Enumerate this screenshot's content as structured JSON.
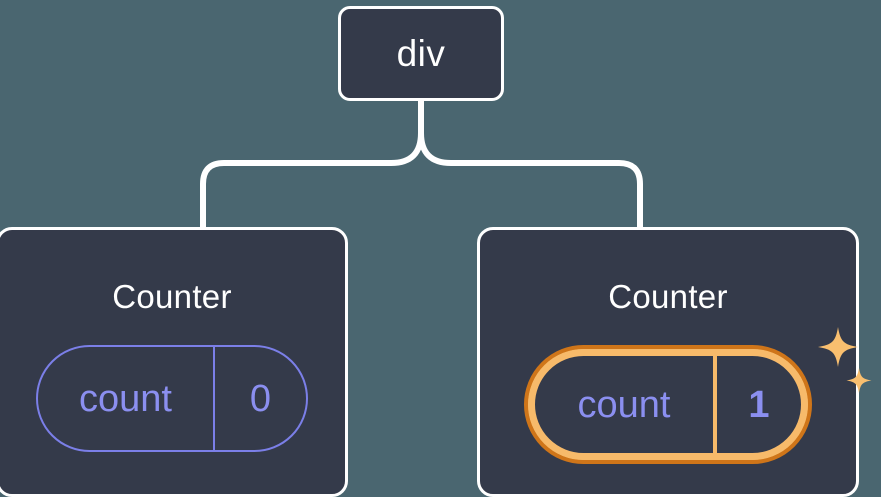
{
  "diagram": {
    "type": "component-tree",
    "background_color": "#4a6670",
    "node_fill_color": "#343a4a",
    "node_border_color": "#ffffff",
    "connector_color": "#ffffff",
    "state_color": "#8b8ff0",
    "highlight_inner_color": "#f7ba6a",
    "highlight_outer_color": "#cf7519"
  },
  "root": {
    "label": "div"
  },
  "children": [
    {
      "title": "Counter",
      "state": {
        "key": "count",
        "value": "0"
      },
      "highlighted": false
    },
    {
      "title": "Counter",
      "state": {
        "key": "count",
        "value": "1"
      },
      "highlighted": true,
      "sparkle_icons": [
        "sparkle-large",
        "sparkle-small"
      ]
    }
  ]
}
